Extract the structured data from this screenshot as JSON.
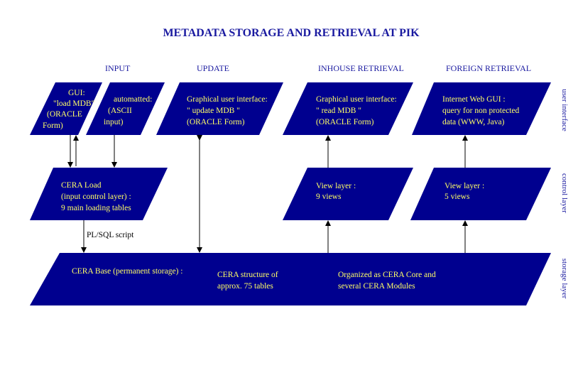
{
  "title": "METADATA STORAGE AND RETRIEVAL AT PIK",
  "columns": {
    "input": "INPUT",
    "update": "UPDATE",
    "inhouse": "INHOUSE RETRIEVAL",
    "foreign": "FOREIGN RETRIEVAL"
  },
  "layers": {
    "user_interface": "user interface",
    "control_layer": "control layer",
    "storage_layer": "storage layer"
  },
  "boxes": {
    "gui_load": [
      "GUI:",
      "\"load MDB\"",
      "(ORACLE",
      "Form)"
    ],
    "automated": [
      "automatted:",
      "(ASCII",
      "input)"
    ],
    "update_gui": [
      "Graphical user interface:",
      "\" update MDB \"",
      "(ORACLE Form)"
    ],
    "read_gui": [
      "Graphical user interface:",
      "\" read MDB \"",
      "(ORACLE Form)"
    ],
    "web_gui": [
      "Internet Web GUI :",
      "query for non protected",
      "data (WWW, Java)"
    ],
    "cera_load": [
      "CERA Load",
      "(input control layer) :",
      "9 main loading tables"
    ],
    "view9": [
      "View layer :",
      "9 views"
    ],
    "view5": [
      "View layer :",
      "5 views"
    ],
    "base_title": [
      "CERA Base (permanent storage) :"
    ],
    "base_structure": [
      "CERA structure of",
      "approx. 75 tables"
    ],
    "base_org": [
      "Organized as CERA Core and",
      "several CERA Modules"
    ]
  },
  "labels": {
    "plsql": "PL/SQL script"
  },
  "colors": {
    "box_fill": "#00008f",
    "box_text": "#ffff66",
    "label_text": "#1a1aa0"
  }
}
